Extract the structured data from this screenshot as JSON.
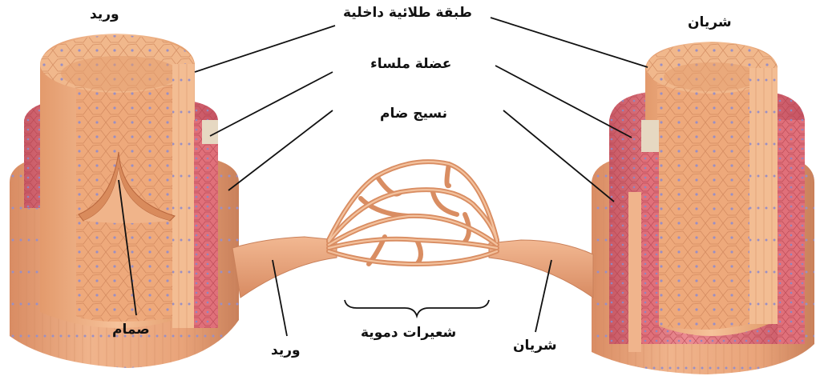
{
  "labels": {
    "vein_title": "وريد",
    "artery_title": "شريان",
    "inner_layer": "طبقة طلائية داخلية",
    "smooth_muscle": "عضلة ملساء",
    "connective_tissue": "نسيج ضام",
    "valve": "صمام",
    "vein_bottom": "وريد",
    "capillaries": "شعيرات دموية",
    "artery_bottom": "شريان"
  },
  "colors": {
    "outer_layer": "#e8a77c",
    "outer_layer_dark": "#cf8760",
    "muscle_layer": "#e0707a",
    "muscle_layer_dark": "#c85461",
    "inner_layer": "#f0b488",
    "inner_layer_dark": "#d98f62",
    "vessel": "#e9a47e",
    "cell_nucleus": "#9a8fc4",
    "leader_line": "#111111"
  }
}
